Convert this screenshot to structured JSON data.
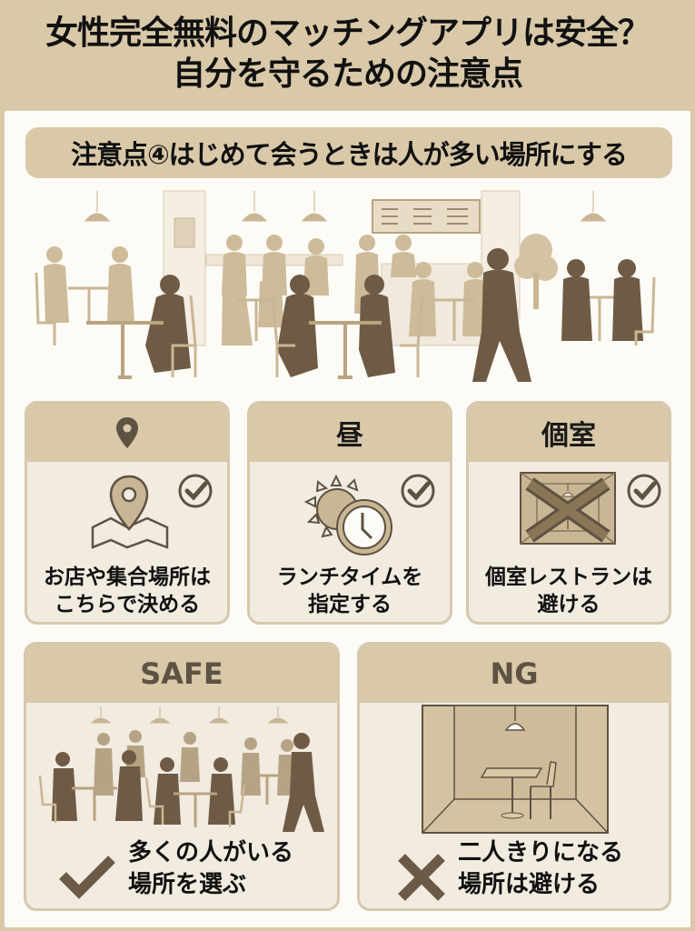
{
  "header": {
    "title_line1": "女性完全無料のマッチングアプリは安全？",
    "title_line2": "自分を守るための注意点"
  },
  "section": {
    "heading": "注意点④はじめて会うときは人が多い場所にする"
  },
  "illustration": {
    "icon": "busy-cafe-scene-illustration"
  },
  "tips": [
    {
      "header_label": "",
      "header_icon": "location-pin-icon",
      "icon": "map-pin-icon",
      "check_icon": "check-circle-icon",
      "text_line1": "お店や集合場所は",
      "text_line2": "こちらで決める"
    },
    {
      "header_label": "昼",
      "icon": "sun-clock-icon",
      "check_icon": "check-circle-icon",
      "text_line1": "ランチタイムを",
      "text_line2": "指定する"
    },
    {
      "header_label": "個室",
      "icon": "private-room-crossed-icon",
      "check_icon": "check-circle-icon",
      "text_line1": "個室レストランは",
      "text_line2": "避ける"
    }
  ],
  "comparison": {
    "safe": {
      "label": "SAFE",
      "icon": "check-mark-icon",
      "text_line1": "多くの人がいる",
      "text_line2": "場所を選ぶ"
    },
    "ng": {
      "label": "NG",
      "icon": "cross-mark-icon",
      "text_line1": "二人きりになる",
      "text_line2": "場所は避ける"
    }
  },
  "colors": {
    "background": "#d9c9a8",
    "panel": "#fdfbf6",
    "card": "#f1ebe0",
    "accent_dark": "#6b5a45",
    "accent_light": "#c9b694",
    "text": "#111111"
  }
}
